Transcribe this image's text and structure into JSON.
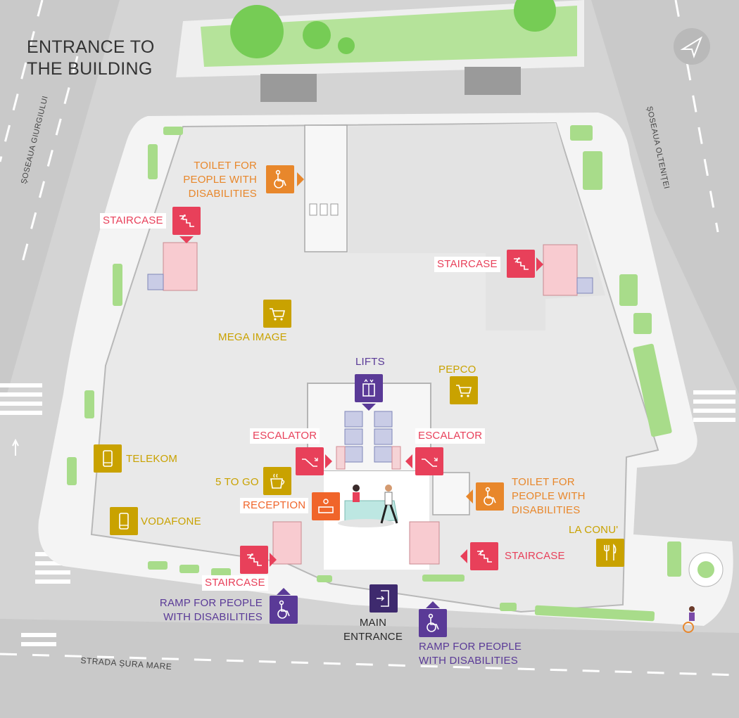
{
  "title": {
    "line1": "ENTRANCE TO",
    "line2": "THE BUILDING"
  },
  "streets": {
    "west": "ȘOSEAUA GIURGIULUI",
    "east": "ȘOSEAUA OLTENIȚEI",
    "south": "STRADA ȘURA MARE"
  },
  "labels": {
    "toilet_top": [
      "TOILET FOR",
      "PEOPLE WITH",
      "DISABILITIES"
    ],
    "staircase_nw": "STAIRCASE",
    "staircase_ne": "STAIRCASE",
    "mega_image": "MEGA IMAGE",
    "lifts": "LIFTS",
    "pepco": "PEPCO",
    "escalator_left": "ESCALATOR",
    "escalator_right": "ESCALATOR",
    "telekom": "TELEKOM",
    "five_to_go": "5 TO GO",
    "reception": "RECEPTION",
    "toilet_right": [
      "TOILET FOR",
      "PEOPLE WITH",
      "DISABILITIES"
    ],
    "vodafone": "VODAFONE",
    "la_conu": "LA CONU'",
    "staircase_sw": "STAIRCASE",
    "staircase_se": "STAIRCASE",
    "ramp_left": [
      "RAMP FOR PEOPLE",
      "WITH DISABILITIES"
    ],
    "main_entrance": [
      "MAIN",
      "ENTRANCE"
    ],
    "ramp_right": [
      "RAMP FOR PEOPLE",
      "WITH DISABILITIES"
    ]
  },
  "colors": {
    "toilet": "#e8872b",
    "staircase": "#e8405a",
    "shop": "#c9a200",
    "lift_ramp": "#5a3a97",
    "reception": "#f0652a",
    "greenery": "#a8dc8a",
    "floor": "#e6e6e6",
    "road": "#cfcfcf"
  },
  "icons": {
    "toilet": "wheelchair-icon",
    "staircase": "stairs-icon",
    "shop": "shopping-cart-icon",
    "lifts": "lift-icon",
    "escalator": "escalator-icon",
    "phone": "phone-icon",
    "cafe": "coffee-cup-icon",
    "reception": "reception-desk-icon",
    "restaurant": "cutlery-icon",
    "entrance": "door-icon",
    "ramp": "wheelchair-icon",
    "compass": "compass-icon"
  }
}
